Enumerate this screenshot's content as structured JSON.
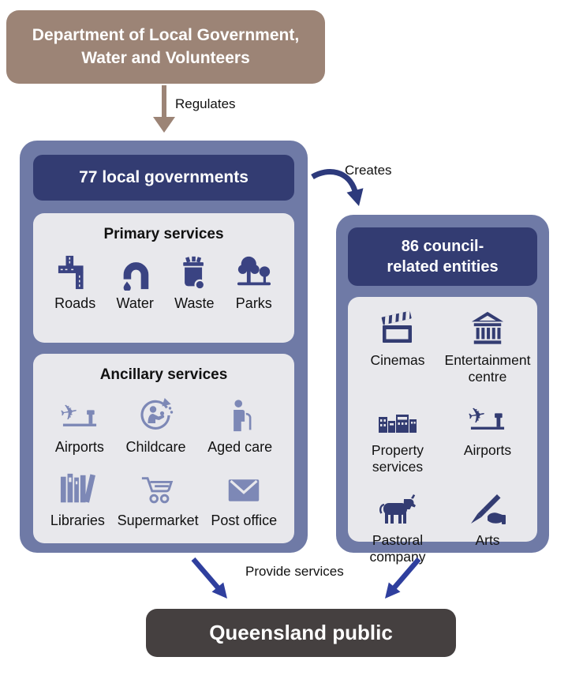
{
  "department_box": {
    "label": "Department of Local Government, Water and Volunteers"
  },
  "labels": {
    "regulates": "Regulates",
    "creates": "Creates",
    "provide_services": "Provide services"
  },
  "left_panel": {
    "title": "77 local governments",
    "primary": {
      "title": "Primary services",
      "items": [
        {
          "label": "Roads",
          "icon": "roads-icon"
        },
        {
          "label": "Water",
          "icon": "water-tap-icon"
        },
        {
          "label": "Waste",
          "icon": "waste-bin-icon"
        },
        {
          "label": "Parks",
          "icon": "trees-icon"
        }
      ]
    },
    "ancillary": {
      "title": "Ancillary services",
      "items": [
        {
          "label": "Airports",
          "icon": "airplane-tower-icon"
        },
        {
          "label": "Childcare",
          "icon": "childcare-cycle-icon"
        },
        {
          "label": "Aged care",
          "icon": "person-cane-icon"
        },
        {
          "label": "Libraries",
          "icon": "books-icon"
        },
        {
          "label": "Supermarket",
          "icon": "shopping-cart-icon"
        },
        {
          "label": "Post office",
          "icon": "envelope-icon"
        }
      ]
    }
  },
  "right_panel": {
    "title": "86 council-related entities",
    "items": [
      {
        "label": "Cinemas",
        "icon": "clapperboard-icon"
      },
      {
        "label": "Entertainment centre",
        "icon": "columned-building-icon"
      },
      {
        "label": "Property services",
        "icon": "buildings-icon"
      },
      {
        "label": "Airports",
        "icon": "airplane-tower-icon"
      },
      {
        "label": "Pastoral company",
        "icon": "cow-icon"
      },
      {
        "label": "Arts",
        "icon": "paintbrush-hand-icon"
      }
    ]
  },
  "public_box": {
    "label": "Queensland public"
  },
  "colors": {
    "department_brown": "#9c8476",
    "panel_slate_blue": "#6f7aa6",
    "header_navy": "#333c72",
    "services_gray": "#e8e8ec",
    "primary_icon_navy": "#3a4382",
    "ancillary_icon_light": "#7d88b6",
    "creates_arrow_navy": "#2d3a7c",
    "provide_arrow_blue": "#2f3f9e",
    "public_charcoal": "#454040"
  }
}
